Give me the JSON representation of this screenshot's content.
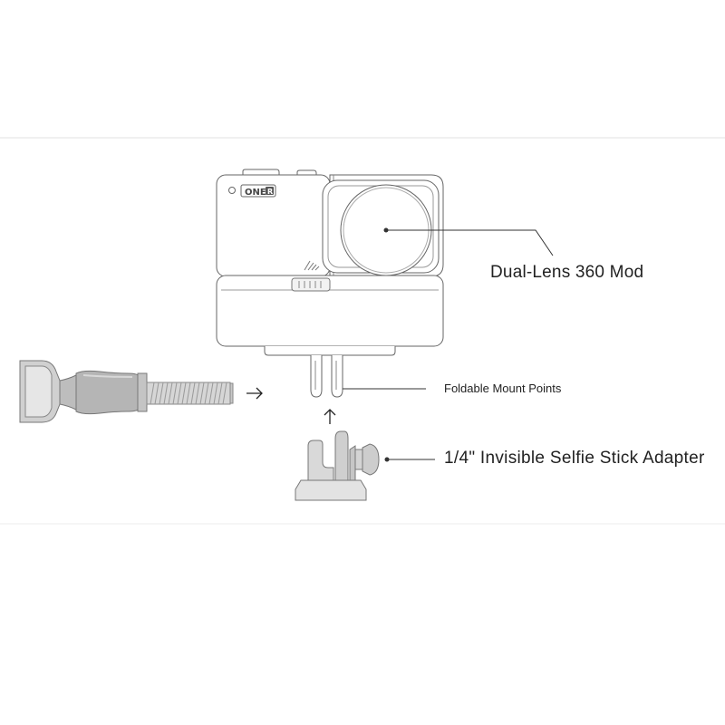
{
  "labels": {
    "dual_lens_mod": "Dual-Lens 360 Mod",
    "mount_points": "Foldable Mount Points",
    "selfie_adapter": "1/4\" Invisible Selfie Stick Adapter"
  },
  "camera": {
    "logo_text": "ONE",
    "logo_badge": "R"
  },
  "arrows": {
    "right_arrow": "→",
    "up_arrow": "↑"
  },
  "colors": {
    "line": "#555555",
    "faint_line": "#bbbbbb",
    "text": "#222222",
    "metal": "#b5b5b5"
  }
}
